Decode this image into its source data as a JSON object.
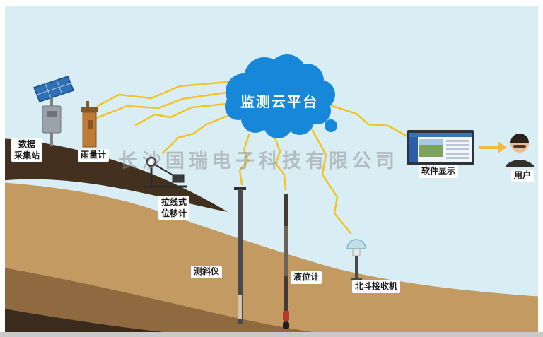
{
  "diagram": {
    "title": "监测云平台",
    "watermark": "长沙国瑞电子科技有限公司"
  },
  "devices": [
    {
      "id": "data-station",
      "label": "数据\n采集站"
    },
    {
      "id": "rain-gauge",
      "label": "雨量计"
    },
    {
      "id": "pull-wire-displacement-meter",
      "label": "拉线式\n位移计"
    },
    {
      "id": "inclinometer",
      "label": "测斜仪"
    },
    {
      "id": "liquid-level-meter",
      "label": "液位计"
    },
    {
      "id": "beidou-receiver",
      "label": "北斗接收机"
    },
    {
      "id": "software-display",
      "label": "软件显示"
    },
    {
      "id": "user",
      "label": "用户"
    }
  ],
  "icons": [
    "cloud-icon",
    "lightning-bolt-icon",
    "solar-panel-icon",
    "data-station-box-icon",
    "rain-gauge-icon",
    "pulley-displacement-icon",
    "inclinometer-rod-icon",
    "level-meter-rod-icon",
    "beidou-antenna-icon",
    "monitor-icon",
    "person-icon",
    "arrow-right-icon"
  ],
  "colors": {
    "sky": "#d9edf5",
    "cloud_blue": "#1787d9",
    "bolt_yellow": "#f3c325",
    "terrain_tan": "#c49a63",
    "terrain_dark_brown": "#43301f",
    "terrain_medium_brown": "#8f6a40",
    "label_bg": "#ffffff",
    "watermark_gray": "#8f8f8f",
    "solar_panel_blue": "#2f6fb5",
    "rain_gauge_orange": "#bf7a35",
    "beidou_dome_blue": "#bfe0ea"
  }
}
